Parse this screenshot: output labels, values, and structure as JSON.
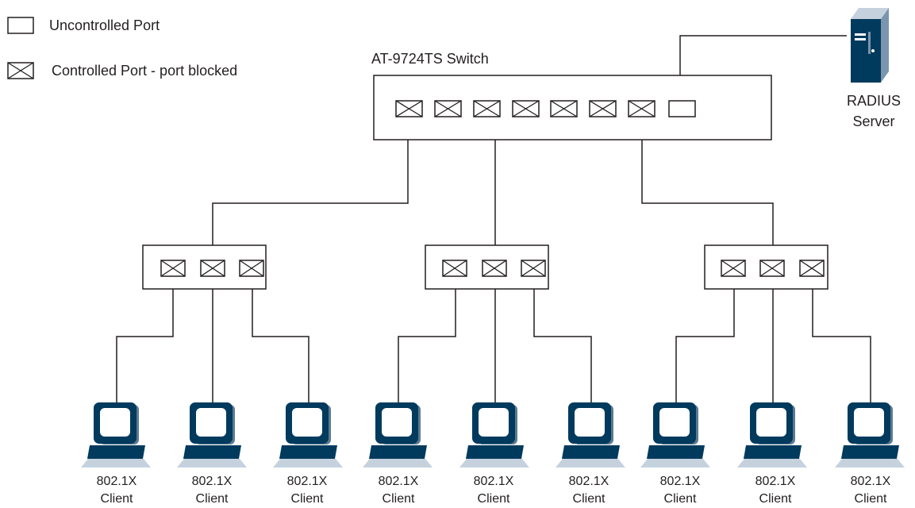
{
  "legend": {
    "uncontrolled": "Uncontrolled Port",
    "controlled": "Controlled Port - port blocked"
  },
  "main_switch": {
    "label": "AT-9724TS Switch",
    "ports": [
      "controlled",
      "controlled",
      "controlled",
      "controlled",
      "controlled",
      "controlled",
      "controlled",
      "uncontrolled"
    ]
  },
  "server": {
    "line1": "RADIUS",
    "line2": "Server"
  },
  "sub_switches": [
    {
      "ports": [
        "controlled",
        "controlled",
        "controlled"
      ]
    },
    {
      "ports": [
        "controlled",
        "controlled",
        "controlled"
      ]
    },
    {
      "ports": [
        "controlled",
        "controlled",
        "controlled"
      ]
    }
  ],
  "clients": [
    {
      "line1": "802.1X",
      "line2": "Client"
    },
    {
      "line1": "802.1X",
      "line2": "Client"
    },
    {
      "line1": "802.1X",
      "line2": "Client"
    },
    {
      "line1": "802.1X",
      "line2": "Client"
    },
    {
      "line1": "802.1X",
      "line2": "Client"
    },
    {
      "line1": "802.1X",
      "line2": "Client"
    },
    {
      "line1": "802.1X",
      "line2": "Client"
    },
    {
      "line1": "802.1X",
      "line2": "Client"
    },
    {
      "line1": "802.1X",
      "line2": "Client"
    }
  ],
  "colors": {
    "line": "#231f20",
    "device": "#003a5d",
    "device_light": "#c5d2de"
  }
}
